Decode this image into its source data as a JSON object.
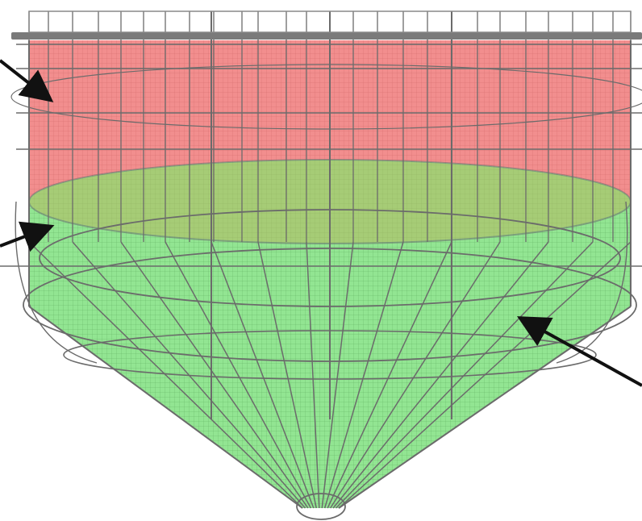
{
  "figure": {
    "top_band_color": "#f07a7a",
    "lower_zone_color": "#7fe07f",
    "frame_color": "#6b6b6b",
    "ring_color": "#7a7a7a",
    "arrow_color": "#111111",
    "background": "#ffffff",
    "arrows": [
      "top-left",
      "middle-left",
      "lower-right"
    ]
  }
}
